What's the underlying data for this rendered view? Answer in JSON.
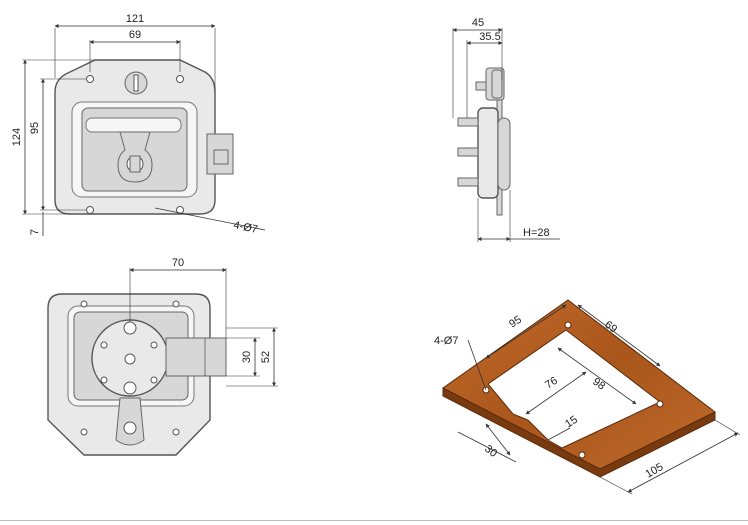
{
  "front_view": {
    "width_overall": "121",
    "hole_spacing": "69",
    "height_overall": "124",
    "height_inner": "95",
    "edge_offset": "7",
    "holes_callout": "4-Ø7"
  },
  "side_view": {
    "depth_overall": "45",
    "depth_body": "35.5",
    "height_label": "H=28"
  },
  "back_view": {
    "bolt_reach": "70",
    "bolt_width": "30",
    "bolt_height": "52"
  },
  "cutout_view": {
    "holes_callout": "4-Ø7",
    "dim_95": "95",
    "dim_69": "69",
    "dim_76": "76",
    "dim_98": "98",
    "dim_15": "15",
    "dim_30": "30",
    "dim_105": "105",
    "panel_color": "#b25f22",
    "panel_edge_color": "#8a3f10"
  }
}
